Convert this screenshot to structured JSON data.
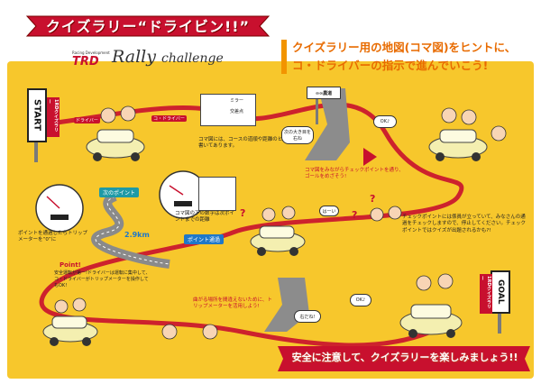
{
  "header": {
    "banner_title": "クイズラリー“ドライビン!!”",
    "logo_small": "Racing Development",
    "logo_brand": "TRD",
    "logo_script": "Rally",
    "logo_script_small": "challenge",
    "headline_line1": "クイズラリー用の地図(コマ図)をヒントに、",
    "headline_line2": "コ・ドライバーの指示で進んでいこう!"
  },
  "signs": {
    "start": "START",
    "start_pole": "1RDクイズラリー",
    "goal": "GOAL",
    "goal_pole": "1RDクイズラリー"
  },
  "tags": {
    "driver": "ドライバー",
    "codriver": "コ・ドライバー"
  },
  "descriptions": {
    "koma_map": "コマ図には、コースの道順や距離のヒントが書いてあります。",
    "checkpoint_route": "コマ図をみながらチェックポイントを通り、ゴールをめざそう!",
    "checkpoint_staff": "チェックポイントには係員が立っていて、みなさんの通過をチェックしますので、停止してください。チェックポイントではクイズが出題されるかも?!",
    "meter": "ポイントを通過したらトリップメーターを“0”に",
    "koma_lower": "コマ図の下の数字は次ポイントまでの距離",
    "trip_meter": "曲がる場所を間違えないために、トリップメーターを活用しよう!"
  },
  "labels": {
    "next_point": "次のポイント",
    "point_pass": "ポイント通過",
    "distance": "2.9km"
  },
  "point": {
    "title": "Point!",
    "text": "安全運転が第一!ドライバーは運転に集中して、コ・ドライバーがトリップメーターを操作してもOK!"
  },
  "bubbles": {
    "ok1": "OK♪",
    "next_turn": "次の大き目を右ね",
    "ok2": "OK♪",
    "right": "右だね!",
    "hai": "はーい",
    "sign_text": "∞∞農道"
  },
  "map_sheets": {
    "sheet1_a": "ミラー",
    "sheet1_b": "交差点"
  },
  "footer": {
    "text": "安全に注意して、クイズラリーを楽しみましょう!!"
  },
  "colors": {
    "field": "#f7c72c",
    "banner": "#c8102e",
    "headline": "#e86b00",
    "route": "#c8102e"
  }
}
